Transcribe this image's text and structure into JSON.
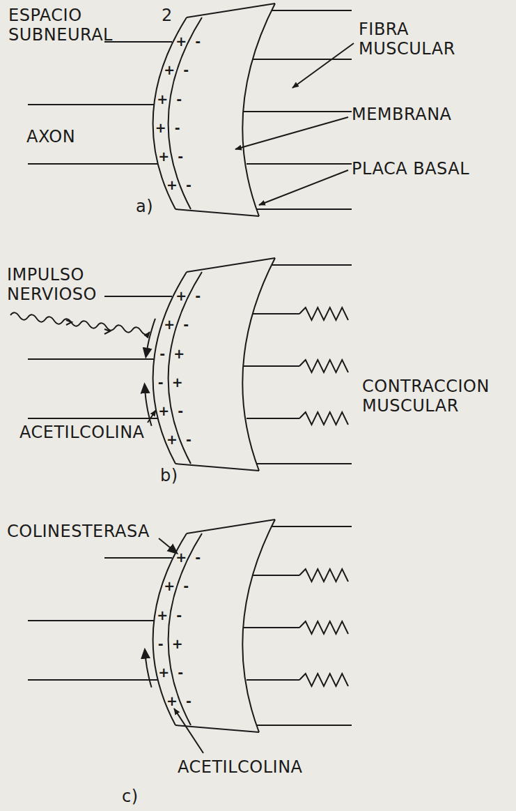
{
  "diagram": {
    "labels": [
      "ESPACIO SUBNEURAL",
      "2",
      "FIBRA MUSCULAR",
      "MEMBRANA",
      "AXON",
      "PLACA BASAL",
      "a)",
      "IMPULSO NERVIOSO",
      "CONTRACCION MUSCULAR",
      "ACETILCOLINA",
      "b)",
      "COLINESTERASA",
      "ACETILCOLINA",
      "c)",
      "+",
      "+",
      "+",
      "+",
      "+",
      "+",
      "-",
      "-",
      "-",
      "-",
      "-",
      "-",
      "+",
      "+",
      "-",
      "-",
      "+",
      "+",
      "-",
      "-",
      "+",
      "+",
      "-",
      "-",
      "+",
      "+",
      "+",
      "-",
      "+",
      "+",
      "-",
      "-",
      "-",
      "+",
      "-",
      "-"
    ]
  }
}
